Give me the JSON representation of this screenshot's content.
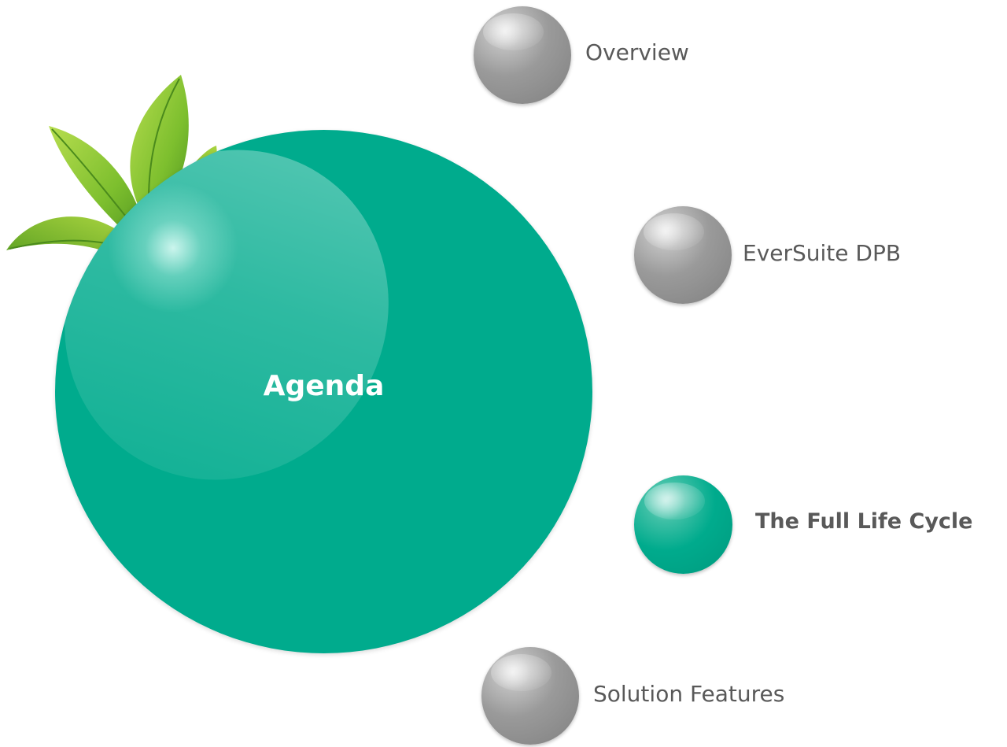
{
  "diagram": {
    "center_label": "Agenda",
    "items": [
      {
        "label": "Overview",
        "active": false
      },
      {
        "label": "EverSuite DPB",
        "active": false
      },
      {
        "label": "The Full Life Cycle",
        "active": true
      },
      {
        "label": "Solution Features",
        "active": false
      }
    ]
  },
  "colors": {
    "accent": "#00ab8d",
    "inactive_node": "#9a9a9a",
    "text": "#595959",
    "leaf": "#7dbf2e"
  }
}
